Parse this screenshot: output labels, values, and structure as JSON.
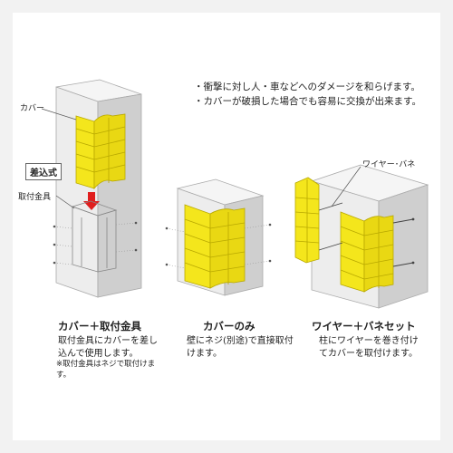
{
  "notes": [
    "・衝撃に対し人・車などへのダメージを和らげます。",
    "・カバーが破損した場合でも容易に交換が出来ます。"
  ],
  "labels": {
    "cover": "カバー",
    "insert_type": "差込式",
    "mounting_bracket": "取付金具",
    "wire_spring": "ワイヤー･バネ"
  },
  "captions": [
    {
      "title": "カバー＋取付金具",
      "desc": "取付金具にカバーを差し込んで使用します。",
      "note": "※取付金具はネジで取付けます。"
    },
    {
      "title": "カバーのみ",
      "desc": "壁にネジ(別途)で直接取付けます。"
    },
    {
      "title": "ワイヤー＋バネセット",
      "desc": "柱にワイヤーを巻き付けてカバーを取付けます。"
    }
  ],
  "colors": {
    "cover_yellow": "#f4e61c",
    "cover_shade": "#d8c90e",
    "wall_light": "#f0f0f0",
    "wall_dark": "#c9c9c9",
    "arrow_red": "#e01e1e"
  }
}
